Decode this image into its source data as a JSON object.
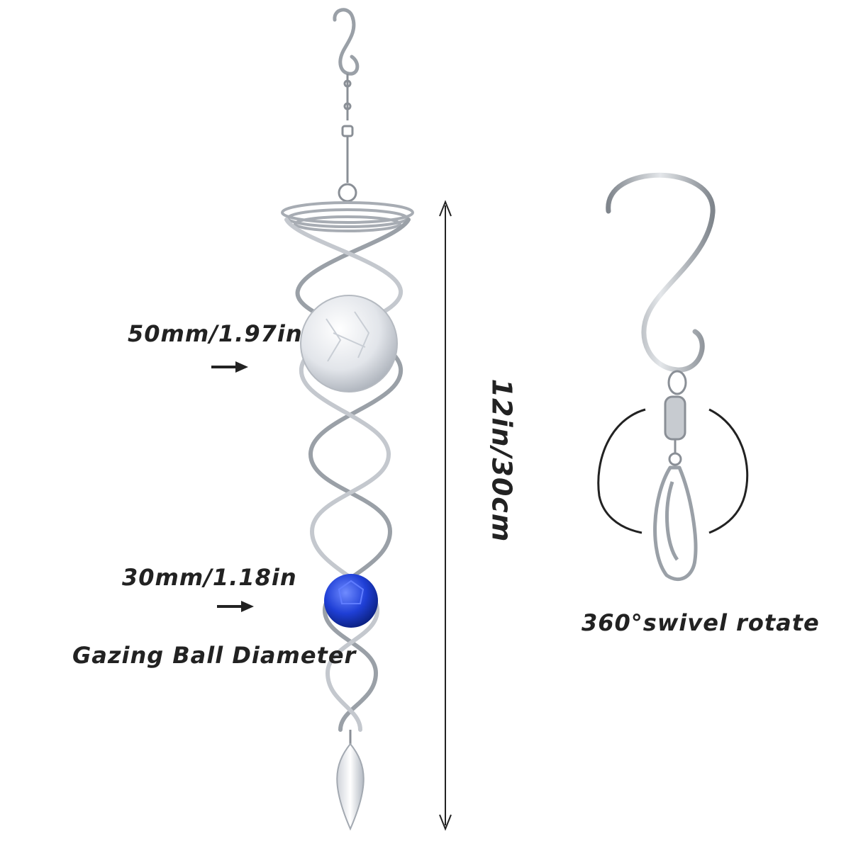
{
  "labels": {
    "large_ball": "50mm/1.97in",
    "small_ball": "30mm/1.18in",
    "gazing": "Gazing Ball Diameter",
    "length": "12in/30cm",
    "swivel": "360°swivel rotate"
  },
  "colors": {
    "metal": "#b8bcc2",
    "metal_dark": "#8a8f96",
    "ink": "#222222",
    "blue_ball": "#1f3fd6",
    "clear_ball": "#e6e9ee"
  },
  "icons": {
    "large_ball_arrow": "right-arrow-icon",
    "small_ball_arrow": "right-arrow-icon",
    "length_arrow": "double-arrow-vertical-icon",
    "rotation": "rotation-arc-icon"
  }
}
